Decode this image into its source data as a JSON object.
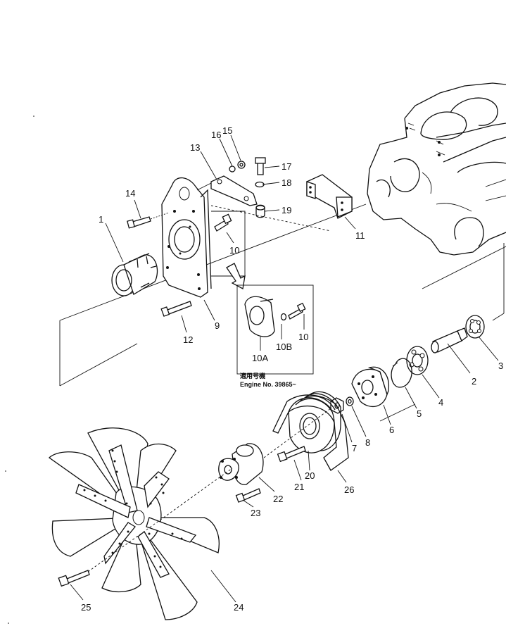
{
  "labels": {
    "p1": "1",
    "p2": "2",
    "p3": "3",
    "p4": "4",
    "p5": "5",
    "p6": "6",
    "p7": "7",
    "p8": "8",
    "p9": "9",
    "p10": "10",
    "p10a": "10A",
    "p10b": "10B",
    "p10c": "10",
    "p11": "11",
    "p12": "12",
    "p13": "13",
    "p14": "14",
    "p15": "15",
    "p16": "16",
    "p17": "17",
    "p18": "18",
    "p19": "19",
    "p20": "20",
    "p21": "21",
    "p22": "22",
    "p23": "23",
    "p24": "24",
    "p25": "25",
    "p26": "26"
  },
  "inset_note": {
    "line1": "適用号機",
    "line2": "Engine No. 39865~"
  }
}
